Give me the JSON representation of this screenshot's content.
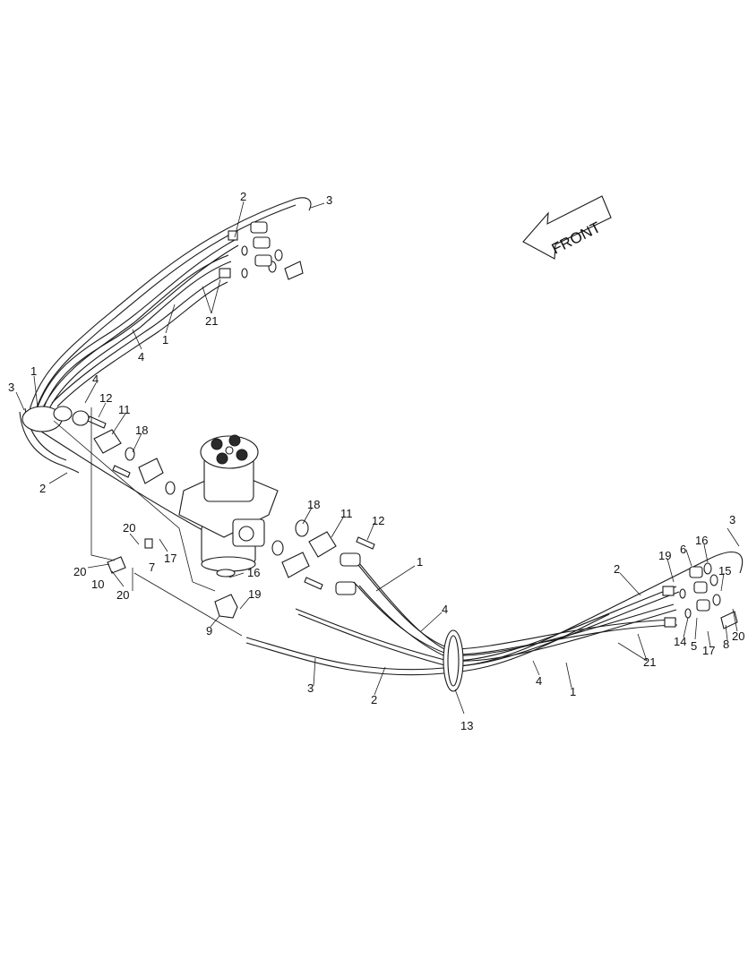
{
  "front_label": "FRONT",
  "callouts": [
    "1",
    "2",
    "3",
    "4",
    "5",
    "6",
    "7",
    "8",
    "9",
    "10",
    "11",
    "12",
    "13",
    "14",
    "15",
    "16",
    "17",
    "18",
    "19",
    "20",
    "21"
  ]
}
